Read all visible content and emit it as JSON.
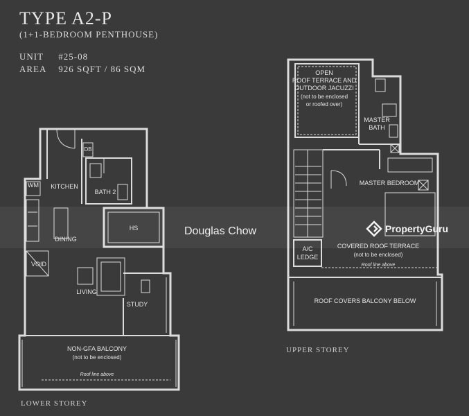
{
  "header": {
    "title": "TYPE A2-P",
    "subtitle": "(1+1-BEDROOM PENTHOUSE)",
    "unit_label": "UNIT",
    "unit_value": "#25-08",
    "area_label": "AREA",
    "area_value": "926 SQFT / 86 SQM"
  },
  "lower_storey": {
    "caption": "LOWER STOREY",
    "rooms": {
      "wm": "WM",
      "db": "DB",
      "kitchen": "KITCHEN",
      "bath2": "BATH 2",
      "hs": "HS",
      "dining": "DINING",
      "void": "VOID",
      "living": "LIVING",
      "study": "STUDY",
      "balcony": "NON-GFA BALCONY",
      "balcony_note": "(not to be enclosed)",
      "roof_line": "Roof line above"
    }
  },
  "upper_storey": {
    "caption": "UPPER STOREY",
    "rooms": {
      "open_terrace_1": "OPEN",
      "open_terrace_2": "ROOF TERRACE AND",
      "open_terrace_3": "OUTDOOR JACUZZI",
      "open_terrace_4": "(not to be enclosed",
      "open_terrace_5": "or roofed over)",
      "master_bath_1": "MASTER",
      "master_bath_2": "BATH",
      "master_bedroom": "MASTER BEDROOM",
      "ac_1": "A/C",
      "ac_2": "LEDGE",
      "covered_terrace": "COVERED ROOF TERRACE",
      "covered_note": "(not to be enclosed)",
      "roof_line": "Roof line above",
      "roof_covers": "ROOF COVERS BALCONY BELOW"
    }
  },
  "watermark": {
    "agent_name": "Douglas Chow",
    "brand": "PropertyGuru"
  }
}
